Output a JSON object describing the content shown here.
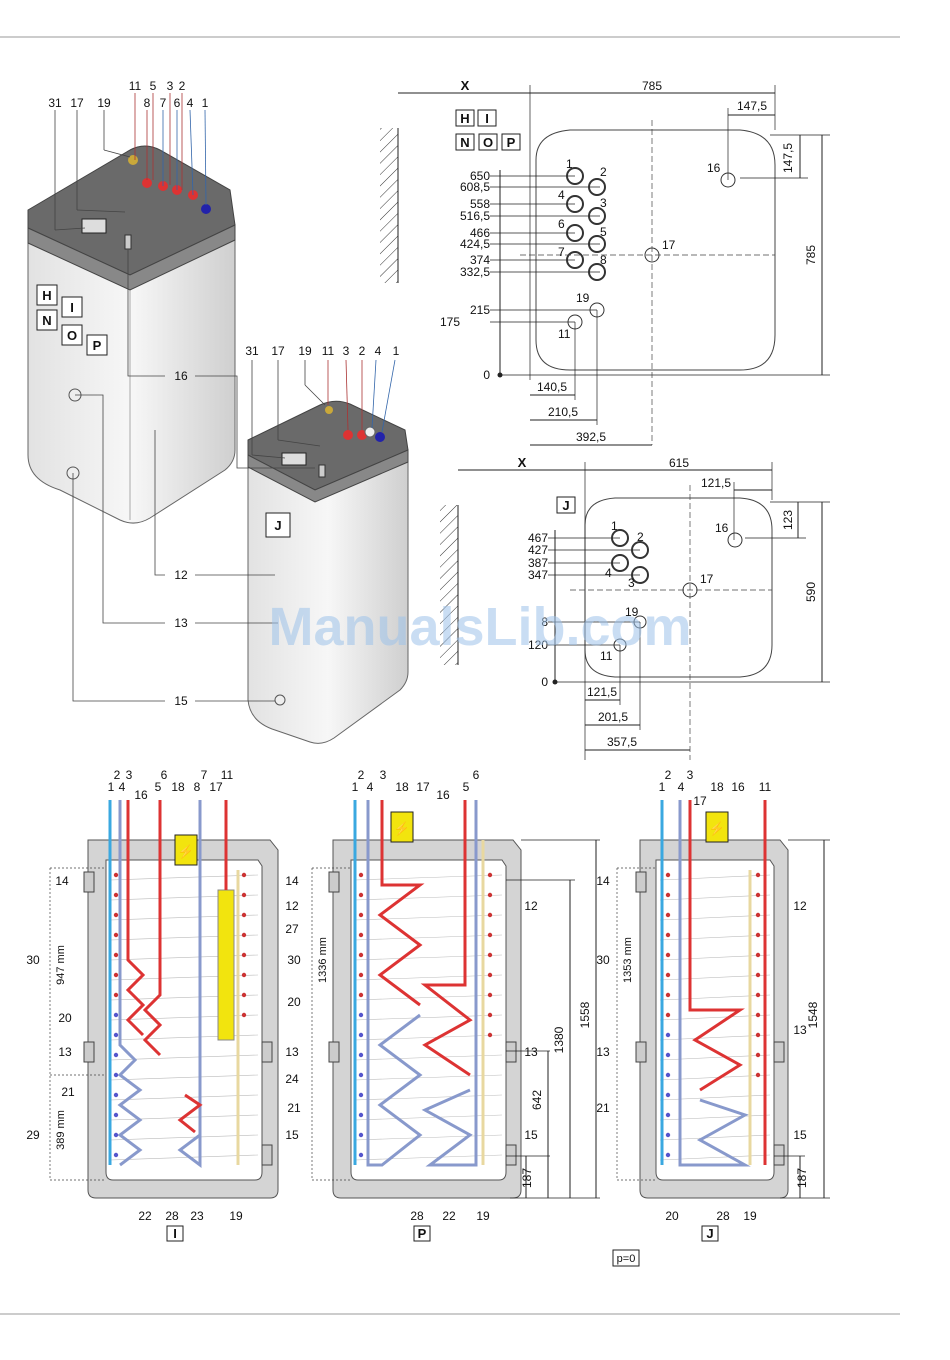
{
  "watermark": "ManualsLib.com",
  "footnote_box": "p=0",
  "plan_hinop": {
    "letters": [
      "H",
      "I",
      "N",
      "O",
      "P"
    ],
    "x_label": "X",
    "width_label": "785",
    "offset_label": "147,5",
    "top_label": "147,5",
    "depth_label": "785",
    "heights": [
      "650",
      "608,5",
      "558",
      "516,5",
      "466",
      "424,5",
      "374",
      "332,5",
      "215",
      "175",
      "0"
    ],
    "bottom_dims": [
      "140,5",
      "210,5",
      "392,5"
    ],
    "conn": [
      "1",
      "2",
      "4",
      "3",
      "6",
      "5",
      "7",
      "8",
      "19",
      "11",
      "16",
      "17"
    ]
  },
  "plan_j": {
    "letter": "J",
    "x_label": "X",
    "width_label": "615",
    "offset_label": "121,5",
    "top_label": "123",
    "depth_label": "590",
    "heights": [
      "467",
      "427",
      "387",
      "347",
      "8",
      "120",
      "0"
    ],
    "bottom_dims": [
      "121,5",
      "201,5",
      "357,5"
    ],
    "conn": [
      "1",
      "2",
      "4",
      "3",
      "16",
      "17",
      "19",
      "11"
    ]
  },
  "iso_big": {
    "top_labels": [
      "11",
      "5",
      "3",
      "2",
      "8",
      "7",
      "6",
      "4",
      "1",
      "31",
      "17",
      "19"
    ],
    "letters": [
      "H",
      "I",
      "N",
      "O",
      "P"
    ],
    "side_labels": [
      "16",
      "12",
      "13",
      "15"
    ]
  },
  "iso_small": {
    "top_labels": [
      "31",
      "17",
      "19",
      "11",
      "3",
      "2",
      "4",
      "1"
    ],
    "letter": "J"
  },
  "sections": [
    {
      "letter": "I",
      "top_labels": [
        "2",
        "3",
        "1",
        "4",
        "16",
        "18",
        "5",
        "6",
        "7",
        "8",
        "17",
        "11"
      ],
      "left_labels": [
        "14",
        "30",
        "20",
        "13",
        "21",
        "29"
      ],
      "dims_mm": [
        "947 mm",
        "389 mm"
      ],
      "right_labels": [
        "14",
        "12",
        "27",
        "13",
        "24",
        "15"
      ],
      "bottom_labels": [
        "22",
        "28",
        "23",
        "19"
      ]
    },
    {
      "letter": "P",
      "top_labels": [
        "2",
        "3",
        "1",
        "4",
        "18",
        "17",
        "16",
        "5",
        "6"
      ],
      "left_labels": [
        "30",
        "20",
        "21"
      ],
      "dims_mm": [
        "1336 mm"
      ],
      "right_labels": [
        "12",
        "13",
        "15"
      ],
      "heights": [
        "1558",
        "1380",
        "642",
        "187"
      ],
      "bottom_labels": [
        "28",
        "22",
        "19"
      ]
    },
    {
      "letter": "J",
      "top_labels": [
        "2",
        "3",
        "1",
        "4",
        "17",
        "18",
        "16",
        "11"
      ],
      "left_labels": [
        "14",
        "30",
        "13",
        "21"
      ],
      "dims_mm": [
        "1353 mm"
      ],
      "right_labels": [
        "12",
        "13",
        "15"
      ],
      "heights": [
        "1548",
        "187"
      ],
      "bottom_labels": [
        "20",
        "28",
        "19"
      ]
    }
  ]
}
